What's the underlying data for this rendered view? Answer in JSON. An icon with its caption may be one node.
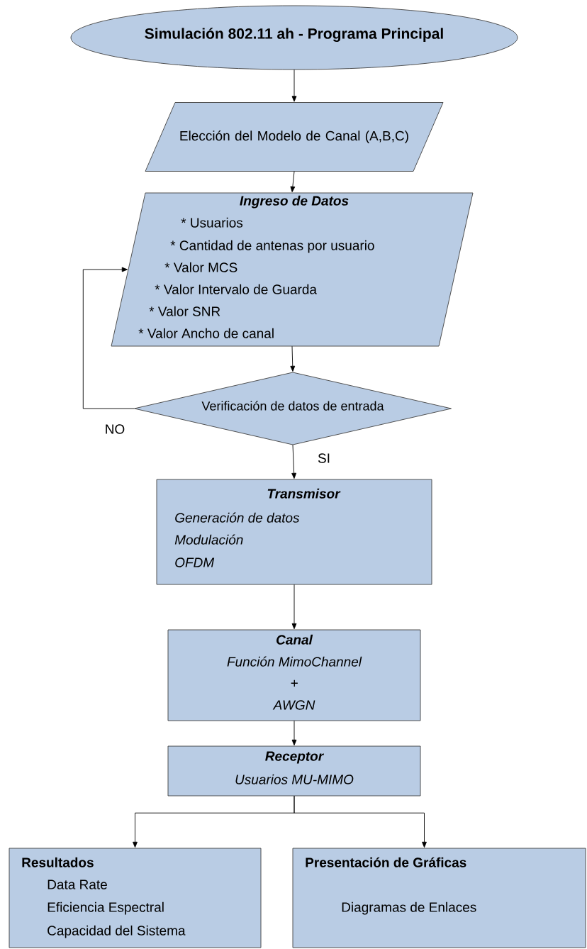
{
  "diagram": {
    "nodes": [
      {
        "text": [
          "Simulación 802.11 ah - Programa Principal"
        ]
      },
      {
        "text": [
          "Elección del Modelo de Canal (A,B,C)"
        ]
      },
      {
        "text": [
          "Ingreso de Datos",
          "* Usuarios",
          "* Cantidad de antenas por usuario",
          "* Valor MCS",
          "* Valor Intervalo de Guarda",
          "* Valor SNR",
          "* Valor Ancho de canal"
        ]
      },
      {
        "text": [
          "Verificación de datos de entrada"
        ]
      },
      {
        "text": [
          "Transmisor",
          "Generación de datos",
          "Modulación",
          "OFDM"
        ]
      },
      {
        "text": [
          "Canal",
          "Función MimoChannel",
          "+",
          "AWGN"
        ]
      },
      {
        "text": [
          "Receptor",
          "Usuarios MU-MIMO"
        ]
      },
      {
        "text": [
          "Resultados",
          "Data Rate",
          "Eficiencia Espectral",
          "Capacidad del Sistema"
        ]
      },
      {
        "text": [
          "Presentación de Gráficas",
          "Diagramas de Enlaces"
        ]
      }
    ],
    "edges": [
      {
        "from": 0,
        "to": 1,
        "arrow": "to"
      },
      {
        "from": 1,
        "to": 2,
        "arrow": "to"
      },
      {
        "from": 2,
        "to": 3,
        "arrow": "to"
      },
      {
        "from": 3,
        "to": 2,
        "arrow": "to",
        "label": "NO"
      },
      {
        "from": 3,
        "to": 4,
        "arrow": "to",
        "label": "SI"
      },
      {
        "from": 4,
        "to": 5,
        "arrow": "to"
      },
      {
        "from": 5,
        "to": 6,
        "arrow": "to"
      },
      {
        "from": 6,
        "to": 7,
        "arrow": "to"
      },
      {
        "from": 6,
        "to": 8,
        "arrow": "to"
      }
    ]
  }
}
